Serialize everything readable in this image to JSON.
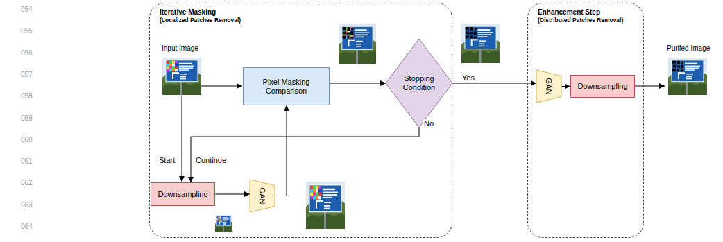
{
  "diagram": {
    "nodes": [
      {
        "text": [
          "Iterative Masking",
          "(Localized Patches Removal)"
        ]
      },
      {
        "text": [
          "Pixel Masking Comparison"
        ],
        "in": 0
      },
      {
        "text": [
          "Stopping Condition"
        ],
        "in": 0
      },
      {
        "text": [
          "Downsampling"
        ],
        "in": 0
      },
      {
        "text": [
          "GAN"
        ],
        "in": 0
      },
      {
        "text": [
          "Enhancement Step",
          "(Distributed Patches Removal)"
        ]
      },
      {
        "text": [
          "GAN"
        ],
        "in": 5
      },
      {
        "text": [
          "Downsampling"
        ],
        "in": 5
      }
    ],
    "edges": [
      {
        "from": 1,
        "to": 2,
        "arrow": "to"
      },
      {
        "from": 2,
        "to": 6,
        "label": "Yes",
        "arrow": "to"
      },
      {
        "from": 2,
        "to": 3,
        "label": "No",
        "arrow": "to"
      },
      {
        "from": 3,
        "to": 4,
        "arrow": "to"
      },
      {
        "from": 4,
        "to": 1,
        "arrow": "to"
      },
      {
        "from": 6,
        "to": 7,
        "arrow": "to"
      }
    ],
    "labels": [
      "054",
      "055",
      "056",
      "057",
      "058",
      "059",
      "060",
      "061",
      "062",
      "063",
      "064",
      "Input Image",
      "Start",
      "Continue",
      "Purifed Image"
    ]
  }
}
